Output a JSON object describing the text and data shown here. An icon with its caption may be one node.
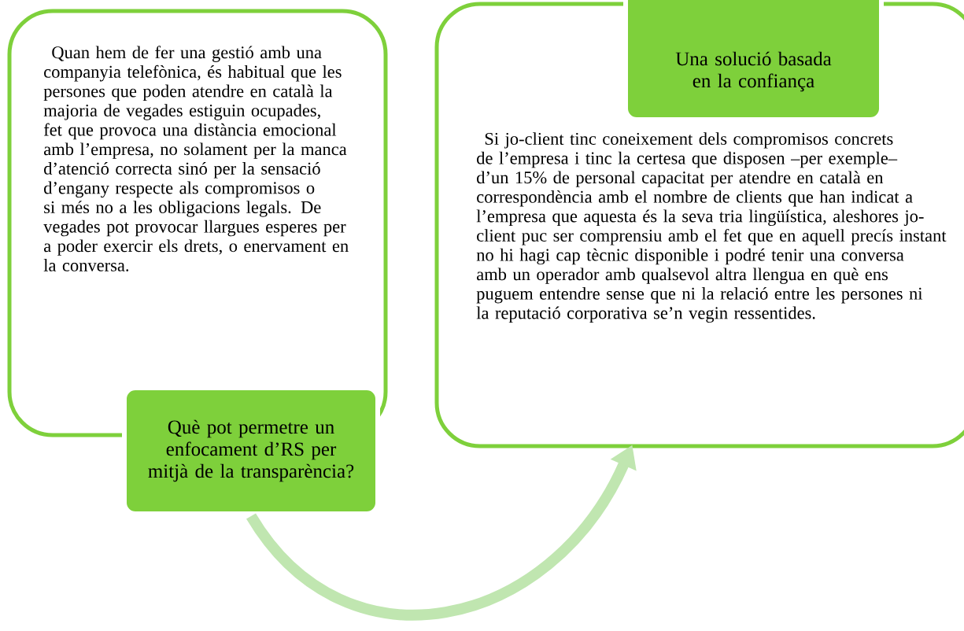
{
  "diagram": {
    "nodes": [
      {
        "text": [
          "Quan hem de fer una gestió amb una companyia telefònica, és habitual que les persones que poden atendre en català la majoria de vegades estiguin ocupades, fet que provoca una distància emocional amb l’empresa, no solament per la manca d’atenció correcta sinó per la sensació d’engany respecte als compromisos o si més no a les obligacions legals. De vegades pot provocar llargues esperes per a poder exercir els drets, o enervament en la conversa."
        ]
      },
      {
        "text": [
          "Què pot permetre un enfocament d’RS per mitjà de la transparència?"
        ]
      },
      {
        "text": [
          "Si jo-client tinc coneixement dels compromisos concrets de l’empresa i tinc la certesa que disposen –per exemple– d’un 15% de personal capacitat per atendre en català en correspondència amb el nombre de clients que han indicat a l’empresa que aquesta és la seva tria lingüística, aleshores jo-client puc ser comprensiu amb el fet que en aquell precís instant no hi hagi cap tècnic disponible i podré tenir una conversa amb un operador amb qualsevol altra llengua en què ens puguem entendre sense que ni la relació entre les persones ni la reputació corporativa se’n vegin ressentides."
        ]
      },
      {
        "text": [
          "Una solució basada en la confiança"
        ]
      }
    ],
    "edges": [
      {
        "from": 1,
        "to": 2,
        "arrow": "to"
      }
    ]
  }
}
